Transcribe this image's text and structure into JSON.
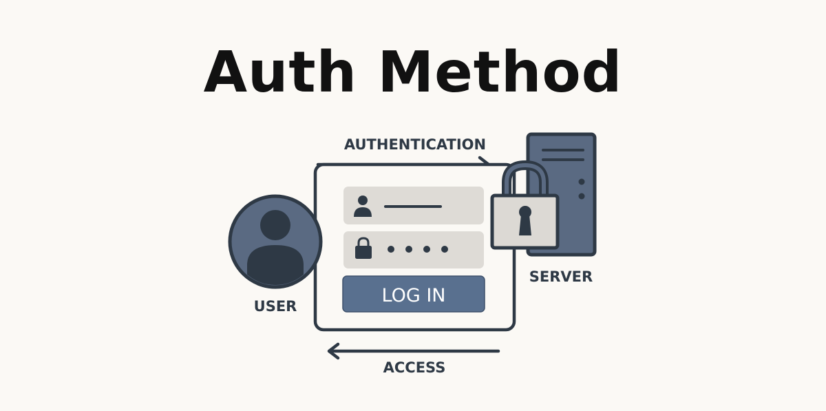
{
  "title": "Auth Method",
  "labels": {
    "authentication": "AUTHENTICATION",
    "access": "ACCESS",
    "user": "USER",
    "server": "SERVER"
  },
  "login_form": {
    "button_label": "LOG IN",
    "password_mask": "••••"
  },
  "colors": {
    "background": "#fbf9f5",
    "dark": "#2e3945",
    "slate": "#5a6a82",
    "button": "#59708f",
    "field": "#dedbd6",
    "lock_body": "#dcd9d4"
  }
}
